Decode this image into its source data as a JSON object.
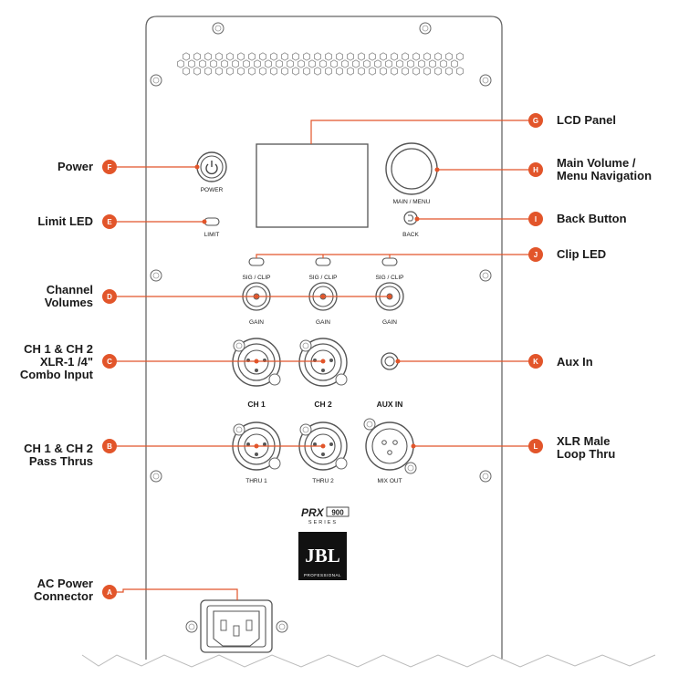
{
  "colors": {
    "accent": "#e2552a",
    "outline": "#555555",
    "text": "#1a1a1a"
  },
  "callouts": {
    "A": {
      "badge": "A",
      "lines": [
        "AC Power",
        "Connector"
      ]
    },
    "B": {
      "badge": "B",
      "lines": [
        "CH 1 & CH 2",
        "Pass Thrus"
      ]
    },
    "C": {
      "badge": "C",
      "lines": [
        "CH 1 & CH 2",
        "XLR-1 /4\"",
        "Combo Input"
      ]
    },
    "D": {
      "badge": "D",
      "lines": [
        "Channel",
        "Volumes"
      ]
    },
    "E": {
      "badge": "E",
      "lines": [
        "Limit LED"
      ]
    },
    "F": {
      "badge": "F",
      "lines": [
        "Power"
      ]
    },
    "G": {
      "badge": "G",
      "lines": [
        "LCD Panel"
      ]
    },
    "H": {
      "badge": "H",
      "lines": [
        "Main Volume /",
        "Menu Navigation"
      ]
    },
    "I": {
      "badge": "I",
      "lines": [
        "Back Button"
      ]
    },
    "J": {
      "badge": "J",
      "lines": [
        "Clip LED"
      ]
    },
    "K": {
      "badge": "K",
      "lines": [
        "Aux In"
      ]
    },
    "L": {
      "badge": "L",
      "lines": [
        "XLR Male",
        "Loop Thru"
      ]
    }
  },
  "panel_labels": {
    "power": "POWER",
    "limit": "LIMIT",
    "main_menu": "MAIN / MENU",
    "back": "BACK",
    "sig_clip": "SIG / CLIP",
    "gain": "GAIN",
    "ch1": "CH 1",
    "ch2": "CH 2",
    "aux_in": "AUX IN",
    "thru1": "THRU 1",
    "thru2": "THRU 2",
    "mix_out": "MIX OUT"
  },
  "branding": {
    "series_name": "PRX",
    "series_number": "900",
    "series_word": "SERIES",
    "logo": "JBL",
    "logo_sub": "PROFESSIONAL"
  }
}
